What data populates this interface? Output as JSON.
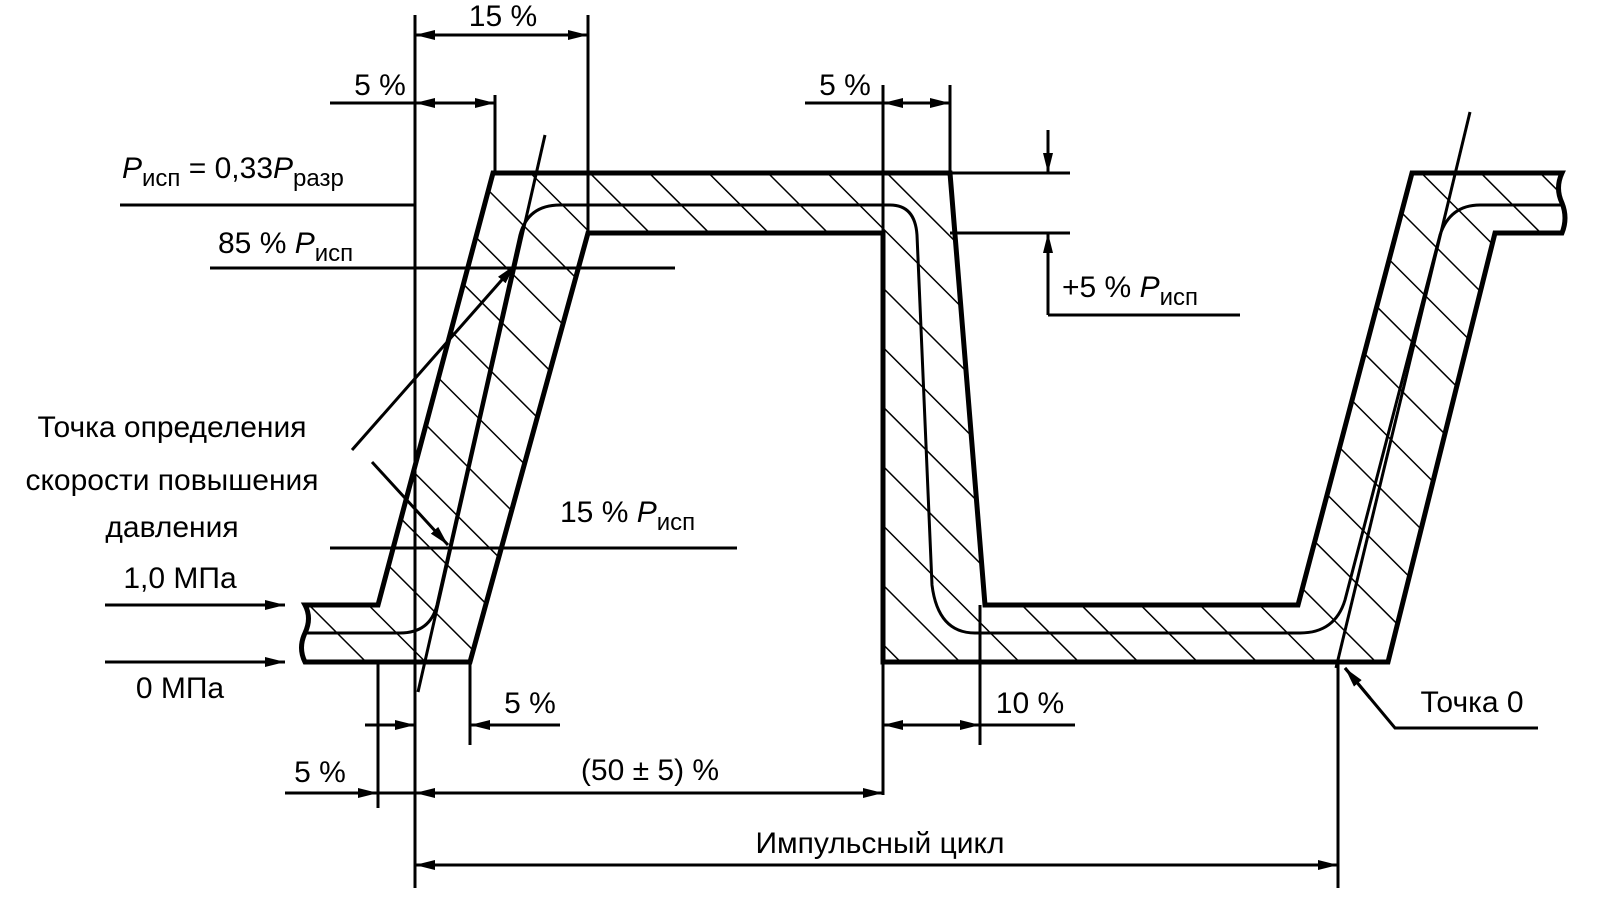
{
  "labels": {
    "dim_top_15": "15 %",
    "dim_top_left_5": "5 %",
    "dim_top_right_5": "5 %",
    "p_test_symbol": "P",
    "p_test_sub": "исп",
    "p_test_eq": " = 0,33",
    "p_burst_symbol": "P",
    "p_burst_sub": "разр",
    "p85_value": "85 % ",
    "p85_symbol": "P",
    "p85_sub": "исп",
    "plus5_value": "+5 % ",
    "plus5_symbol": "P",
    "plus5_sub": "исп",
    "p15_value": "15 % ",
    "p15_symbol": "P",
    "p15_sub": "исп",
    "rate_point_line1": "Точка определения",
    "rate_point_line2": "скорости повышения",
    "rate_point_line3": "давления",
    "mpa_1": "1,0 МПа",
    "mpa_0": "0 МПа",
    "dim_bottom_5a": "5 %",
    "dim_bottom_5b": "5 %",
    "dim_bottom_10": "10 %",
    "dim_50": "(50 ± 5) %",
    "pulse_cycle": "Импульсный цикл",
    "point_zero": "Точка 0"
  }
}
